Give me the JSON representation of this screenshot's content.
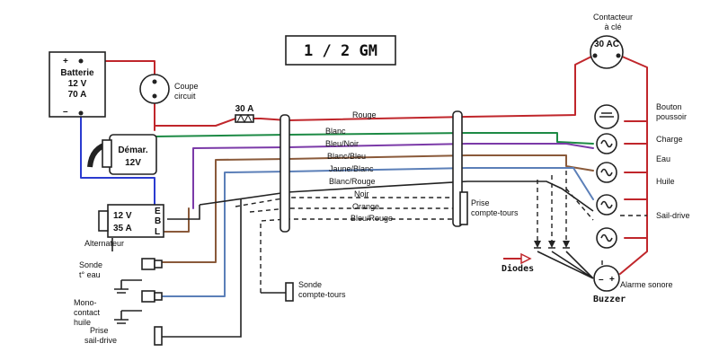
{
  "title": "1 / 2 GM",
  "colors": {
    "rouge": "#c0262b",
    "bleu": "#2a3bd0",
    "vert": "#1d8a45",
    "violet": "#7b3aa8",
    "marron": "#8a5a3a",
    "bleu_clair": "#5b7fb8",
    "noir": "#222222"
  },
  "components": {
    "batterie": {
      "line1": "Batterie",
      "line2": "12 V",
      "line3": "70 A",
      "plus": "+",
      "minus": "–"
    },
    "coupe_circuit": {
      "line1": "Coupe",
      "line2": "circuit"
    },
    "fuse": "30 A",
    "demarreur": {
      "line1": "Démar.",
      "line2": "12V"
    },
    "alternateur": {
      "line1": "12 V",
      "line2": "35 A",
      "term_e": "E",
      "term_b": "B",
      "term_l": "L",
      "label": "Alternateur"
    },
    "sonde_eau": {
      "line1": "Sonde",
      "line2": "t° eau"
    },
    "mono_contact": {
      "line1": "Mono-",
      "line2": "contact",
      "line3": "huile"
    },
    "prise_saildrive": {
      "line1": "Prise",
      "line2": "sail-drive"
    },
    "prise_compte_tours": {
      "line1": "Prise",
      "line2": "compte-tours"
    },
    "sonde_compte_tours": {
      "line1": "Sonde",
      "line2": "compte-tours"
    },
    "contacteur": {
      "line1": "Contacteur",
      "line2": "à clé",
      "rating": "30 AC"
    },
    "panel": {
      "bouton_line1": "Bouton",
      "bouton_line2": "poussoir",
      "charge": "Charge",
      "eau": "Eau",
      "huile": "Huile",
      "saildrive": "Sail-drive",
      "alarme": "Alarme sonore"
    },
    "diodes": "Diodes",
    "buzzer": "Buzzer"
  },
  "wires": {
    "rouge": "Rouge",
    "blanc": "Blanc",
    "bleu_noir": "Bleu/Noir",
    "blanc_bleu": "Blanc/Bleu",
    "jaune_blanc": "Jaune/Blanc",
    "blanc_rouge": "Blanc/Rouge",
    "noir": "Noir",
    "orange": "Orange",
    "bleu_rouge": "Bleu/Rouge"
  }
}
